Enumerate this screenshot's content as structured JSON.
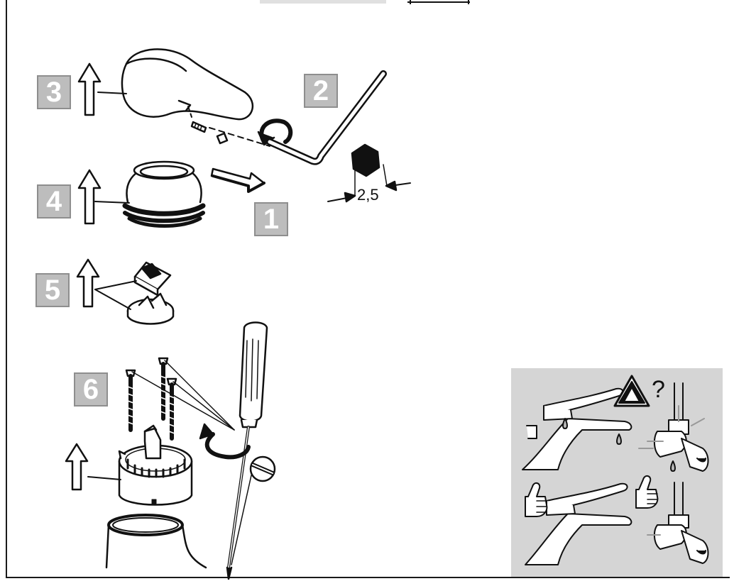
{
  "steps": [
    {
      "number": "1"
    },
    {
      "number": "2"
    },
    {
      "number": "3"
    },
    {
      "number": "4"
    },
    {
      "number": "5"
    },
    {
      "number": "6"
    }
  ],
  "dimension": {
    "hex_key_size": "2,5"
  },
  "inset": {
    "question_mark": "?",
    "warning_symbol": "!"
  },
  "colors": {
    "badge_fill": "#bdbdbd",
    "badge_border": "#8e8e8e",
    "inset_bg": "#d5d5d5",
    "line": "#111111"
  },
  "icons": [
    "arrow-up-icon",
    "arrow-right-icon",
    "rotate-icon",
    "hex-key-icon",
    "screwdriver-icon",
    "warning-icon",
    "thumbs-up-icon",
    "drop-icon"
  ]
}
